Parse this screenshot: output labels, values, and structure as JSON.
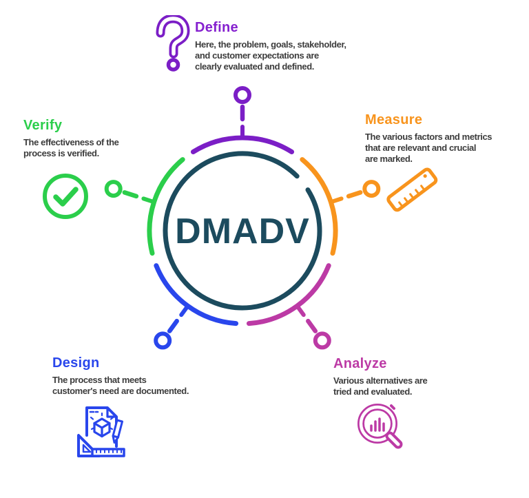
{
  "center": {
    "title": "DMADV",
    "ring_color": "#1C4B5E"
  },
  "phases": [
    {
      "name": "Define",
      "color": "#8520CF",
      "icon": "question-mark-icon",
      "description": "Here, the problem, goals, stakeholder,\nand customer expectations are\nclearly evaluated and defined."
    },
    {
      "name": "Measure",
      "color": "#F8941D",
      "icon": "ruler-icon",
      "description": "The various factors and metrics\nthat are relevant and crucial\nare marked."
    },
    {
      "name": "Analyze",
      "color": "#BC3AA5",
      "icon": "magnifier-chart-icon",
      "description": "Various alternatives are\ntried and evaluated."
    },
    {
      "name": "Design",
      "color": "#2946EC",
      "icon": "design-document-icon",
      "description": "The process that meets\ncustomer's need are documented."
    },
    {
      "name": "Verify",
      "color": "#2BCE4B",
      "icon": "check-circle-icon",
      "description": "The effectiveness of the\nprocess is verified."
    }
  ]
}
